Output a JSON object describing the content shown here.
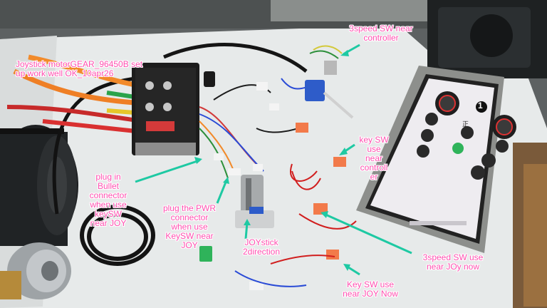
{
  "annotations": {
    "title": "Joystick motorGEAR_96450B set\nup work well OK_10apr26",
    "speed3_controller": "3speed SW near\ncontroller",
    "key_sw_controller": "key SW\nuse\nnear\ncontroll\ner",
    "plug_bullet": "plug in\nBullet\nconnector\nwhen use\nkeySW\nnear JOY",
    "plug_pwr": "plug the PWR\nconnector\nwhen use\nKeySW near\nJOY",
    "joystick": "JOYstick\n2direction",
    "speed3_joy": "3speed SW use\nnear JOy now",
    "key_sw_joy": "Key SW use\nnear JOY Now"
  },
  "tablet": {
    "mode_number": "1",
    "mode_letter": "正"
  },
  "colors": {
    "label_pink": "#ff4fb0",
    "arrow_teal": "#1ec9a3",
    "table_white": "#e9ecec",
    "controller_black": "#1c1c1c"
  }
}
